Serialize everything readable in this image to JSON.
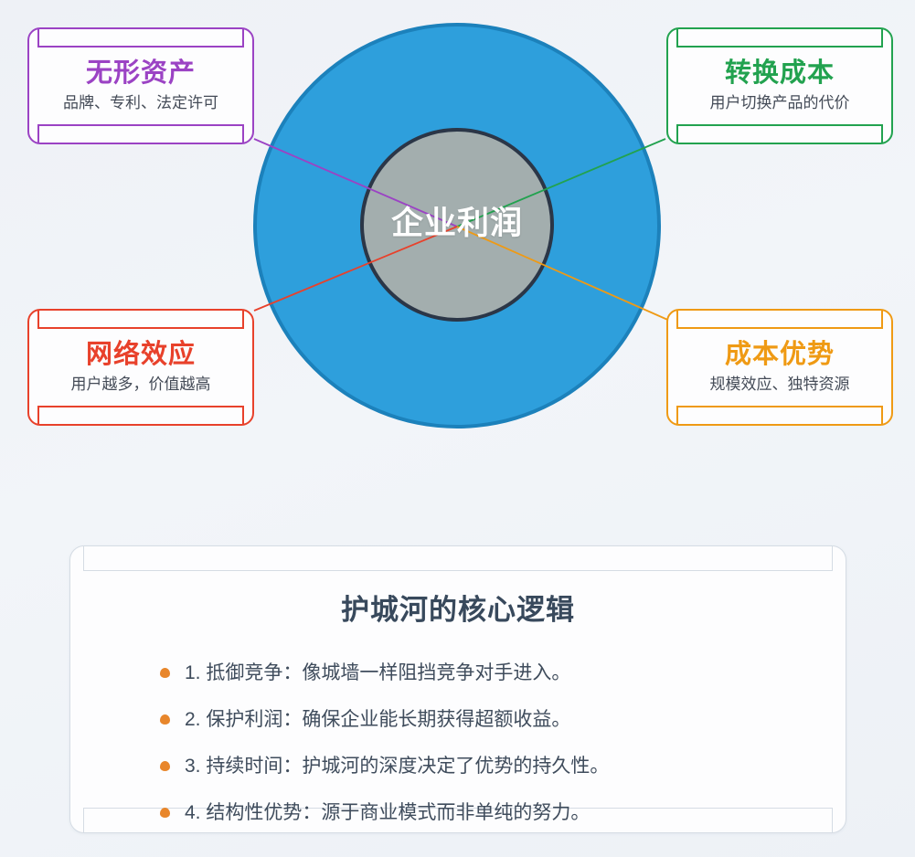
{
  "diagram": {
    "center": {
      "label": "企业利润",
      "outer_color": "#2e9fdc",
      "outer_border_color": "#1c81bb",
      "inner_color": "#a3aeae",
      "inner_border_color": "#2b3647",
      "label_color": "#ffffff"
    },
    "cards": [
      {
        "id": "intangible",
        "title": "无形资产",
        "subtitle": "品牌、专利、法定许可",
        "color": "#9b43c4",
        "position": "top-left"
      },
      {
        "id": "switching",
        "title": "转换成本",
        "subtitle": "用户切换产品的代价",
        "color": "#22a24f",
        "position": "top-right"
      },
      {
        "id": "network",
        "title": "网络效应",
        "subtitle": "用户越多，价值越高",
        "color": "#e8412b",
        "position": "bottom-left"
      },
      {
        "id": "cost",
        "title": "成本优势",
        "subtitle": "规模效应、独特资源",
        "color": "#ef9a14",
        "position": "bottom-right"
      }
    ]
  },
  "panel": {
    "title": "护城河的核心逻辑",
    "bullet_color": "#e8862b",
    "items": [
      "1. 抵御竞争：像城墙一样阻挡竞争对手进入。",
      "2. 保护利润：确保企业能长期获得超额收益。",
      "3. 持续时间：护城河的深度决定了优势的持久性。",
      "4. 结构性优势：源于商业模式而非单纯的努力。"
    ]
  }
}
